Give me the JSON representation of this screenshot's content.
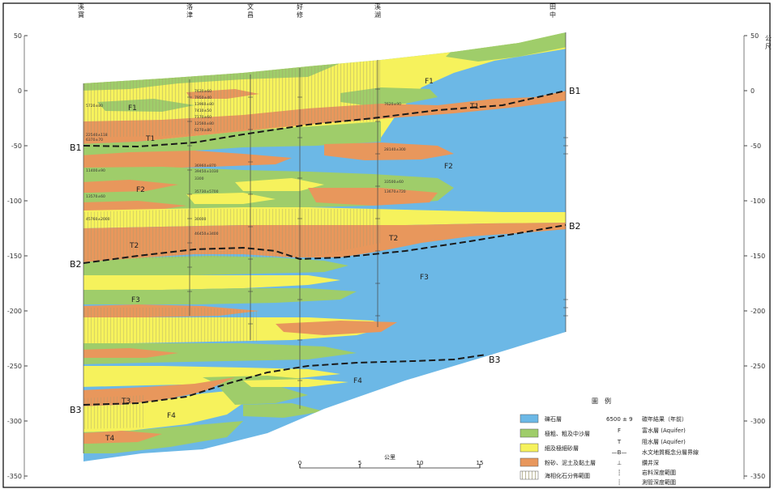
{
  "colors": {
    "gravel": "#6cb8e6",
    "sand_coarse": "#9fcd6a",
    "sand_fine": "#f6f25c",
    "clay": "#e8975c",
    "marine_hatch": "#a09a70",
    "boundary": "#1a1a1a"
  },
  "station_labels": [
    {
      "top": "溪",
      "bottom": "寶"
    },
    {
      "top": "洛",
      "bottom": "津"
    },
    {
      "top": "文",
      "bottom": "昌"
    },
    {
      "top": "好",
      "bottom": "修"
    },
    {
      "top": "溪",
      "bottom": "湖"
    },
    {
      "top": "田",
      "bottom": "中"
    }
  ],
  "left_axis_ticks": [
    "50",
    "0",
    "-50",
    "-100",
    "-150",
    "-200",
    "-250",
    "-300",
    "-350"
  ],
  "right_axis_ticks": [
    "50",
    "0",
    "-50",
    "-100",
    "-150",
    "-200",
    "-250",
    "-300",
    "-350"
  ],
  "right_axis_unit": {
    "line1": "公",
    "line2": "尺"
  },
  "layer_labels": [
    {
      "text": "F1",
      "name": "layer-f1-west"
    },
    {
      "text": "F1",
      "name": "layer-f1-east"
    },
    {
      "text": "T1",
      "name": "layer-t1-west"
    },
    {
      "text": "T1",
      "name": "layer-t1-east"
    },
    {
      "text": "F2",
      "name": "layer-f2-west"
    },
    {
      "text": "F2",
      "name": "layer-f2-east"
    },
    {
      "text": "T2",
      "name": "layer-t2-west"
    },
    {
      "text": "T2",
      "name": "layer-t2-east"
    },
    {
      "text": "F3",
      "name": "layer-f3-west"
    },
    {
      "text": "F3",
      "name": "layer-f3-east"
    },
    {
      "text": "F4",
      "name": "layer-f4-west"
    },
    {
      "text": "F4",
      "name": "layer-f4-east"
    },
    {
      "text": "T3",
      "name": "layer-t3"
    },
    {
      "text": "T4",
      "name": "layer-t4"
    }
  ],
  "boundaries": [
    {
      "name": "b1",
      "left": "B1",
      "right": "B1"
    },
    {
      "name": "b2",
      "left": "B2",
      "right": "B2"
    },
    {
      "name": "b3",
      "left": "B3",
      "right": "B3"
    }
  ],
  "dating_labels": [
    "5720±80",
    "7630±60",
    "7950±40",
    "13960±80",
    "7410±50",
    "7170±60",
    "12560±80",
    "6270±80",
    "22540±118",
    "6370±70",
    "7620±90",
    "28140±300",
    "11400±90",
    "36960±870",
    "39450±1030",
    "3300",
    "33500±60",
    "13570±60",
    "35730±5700",
    "13670±720",
    "30000",
    "45760±2000",
    "46450±3400"
  ],
  "scale_bar": {
    "title": "公里",
    "ticks": [
      "0",
      "5",
      "10",
      "15"
    ]
  },
  "legend": {
    "title": "圖　例",
    "items": [
      {
        "name": "gravel",
        "label": "礫石層"
      },
      {
        "name": "sand-coarse",
        "label": "極粗、粗及中沙層"
      },
      {
        "name": "sand-fine",
        "label": "細及極細砂層"
      },
      {
        "name": "clay",
        "label": "粉砂、泥土及黏土層"
      },
      {
        "name": "marine",
        "label": "海相化石分佈範圍"
      }
    ],
    "symbols": [
      {
        "name": "dating",
        "symbol": "6500 ± 9",
        "label": "碳年結果（年前）"
      },
      {
        "name": "aquifer",
        "symbol": "F",
        "label": "富水層 (Aquifer)"
      },
      {
        "name": "aquitard",
        "symbol": "T",
        "label": "阻水層 (Aquifer)"
      },
      {
        "name": "boundary",
        "symbol": "—B—",
        "label": "水文地質概念分層界線"
      },
      {
        "name": "well-depth",
        "symbol": "⊥",
        "label": "鑽井深"
      },
      {
        "name": "core-range",
        "symbol": "┆",
        "label": "岩料深度範圍"
      },
      {
        "name": "log-range",
        "symbol": "┊",
        "label": "測管深度範圍"
      }
    ]
  }
}
